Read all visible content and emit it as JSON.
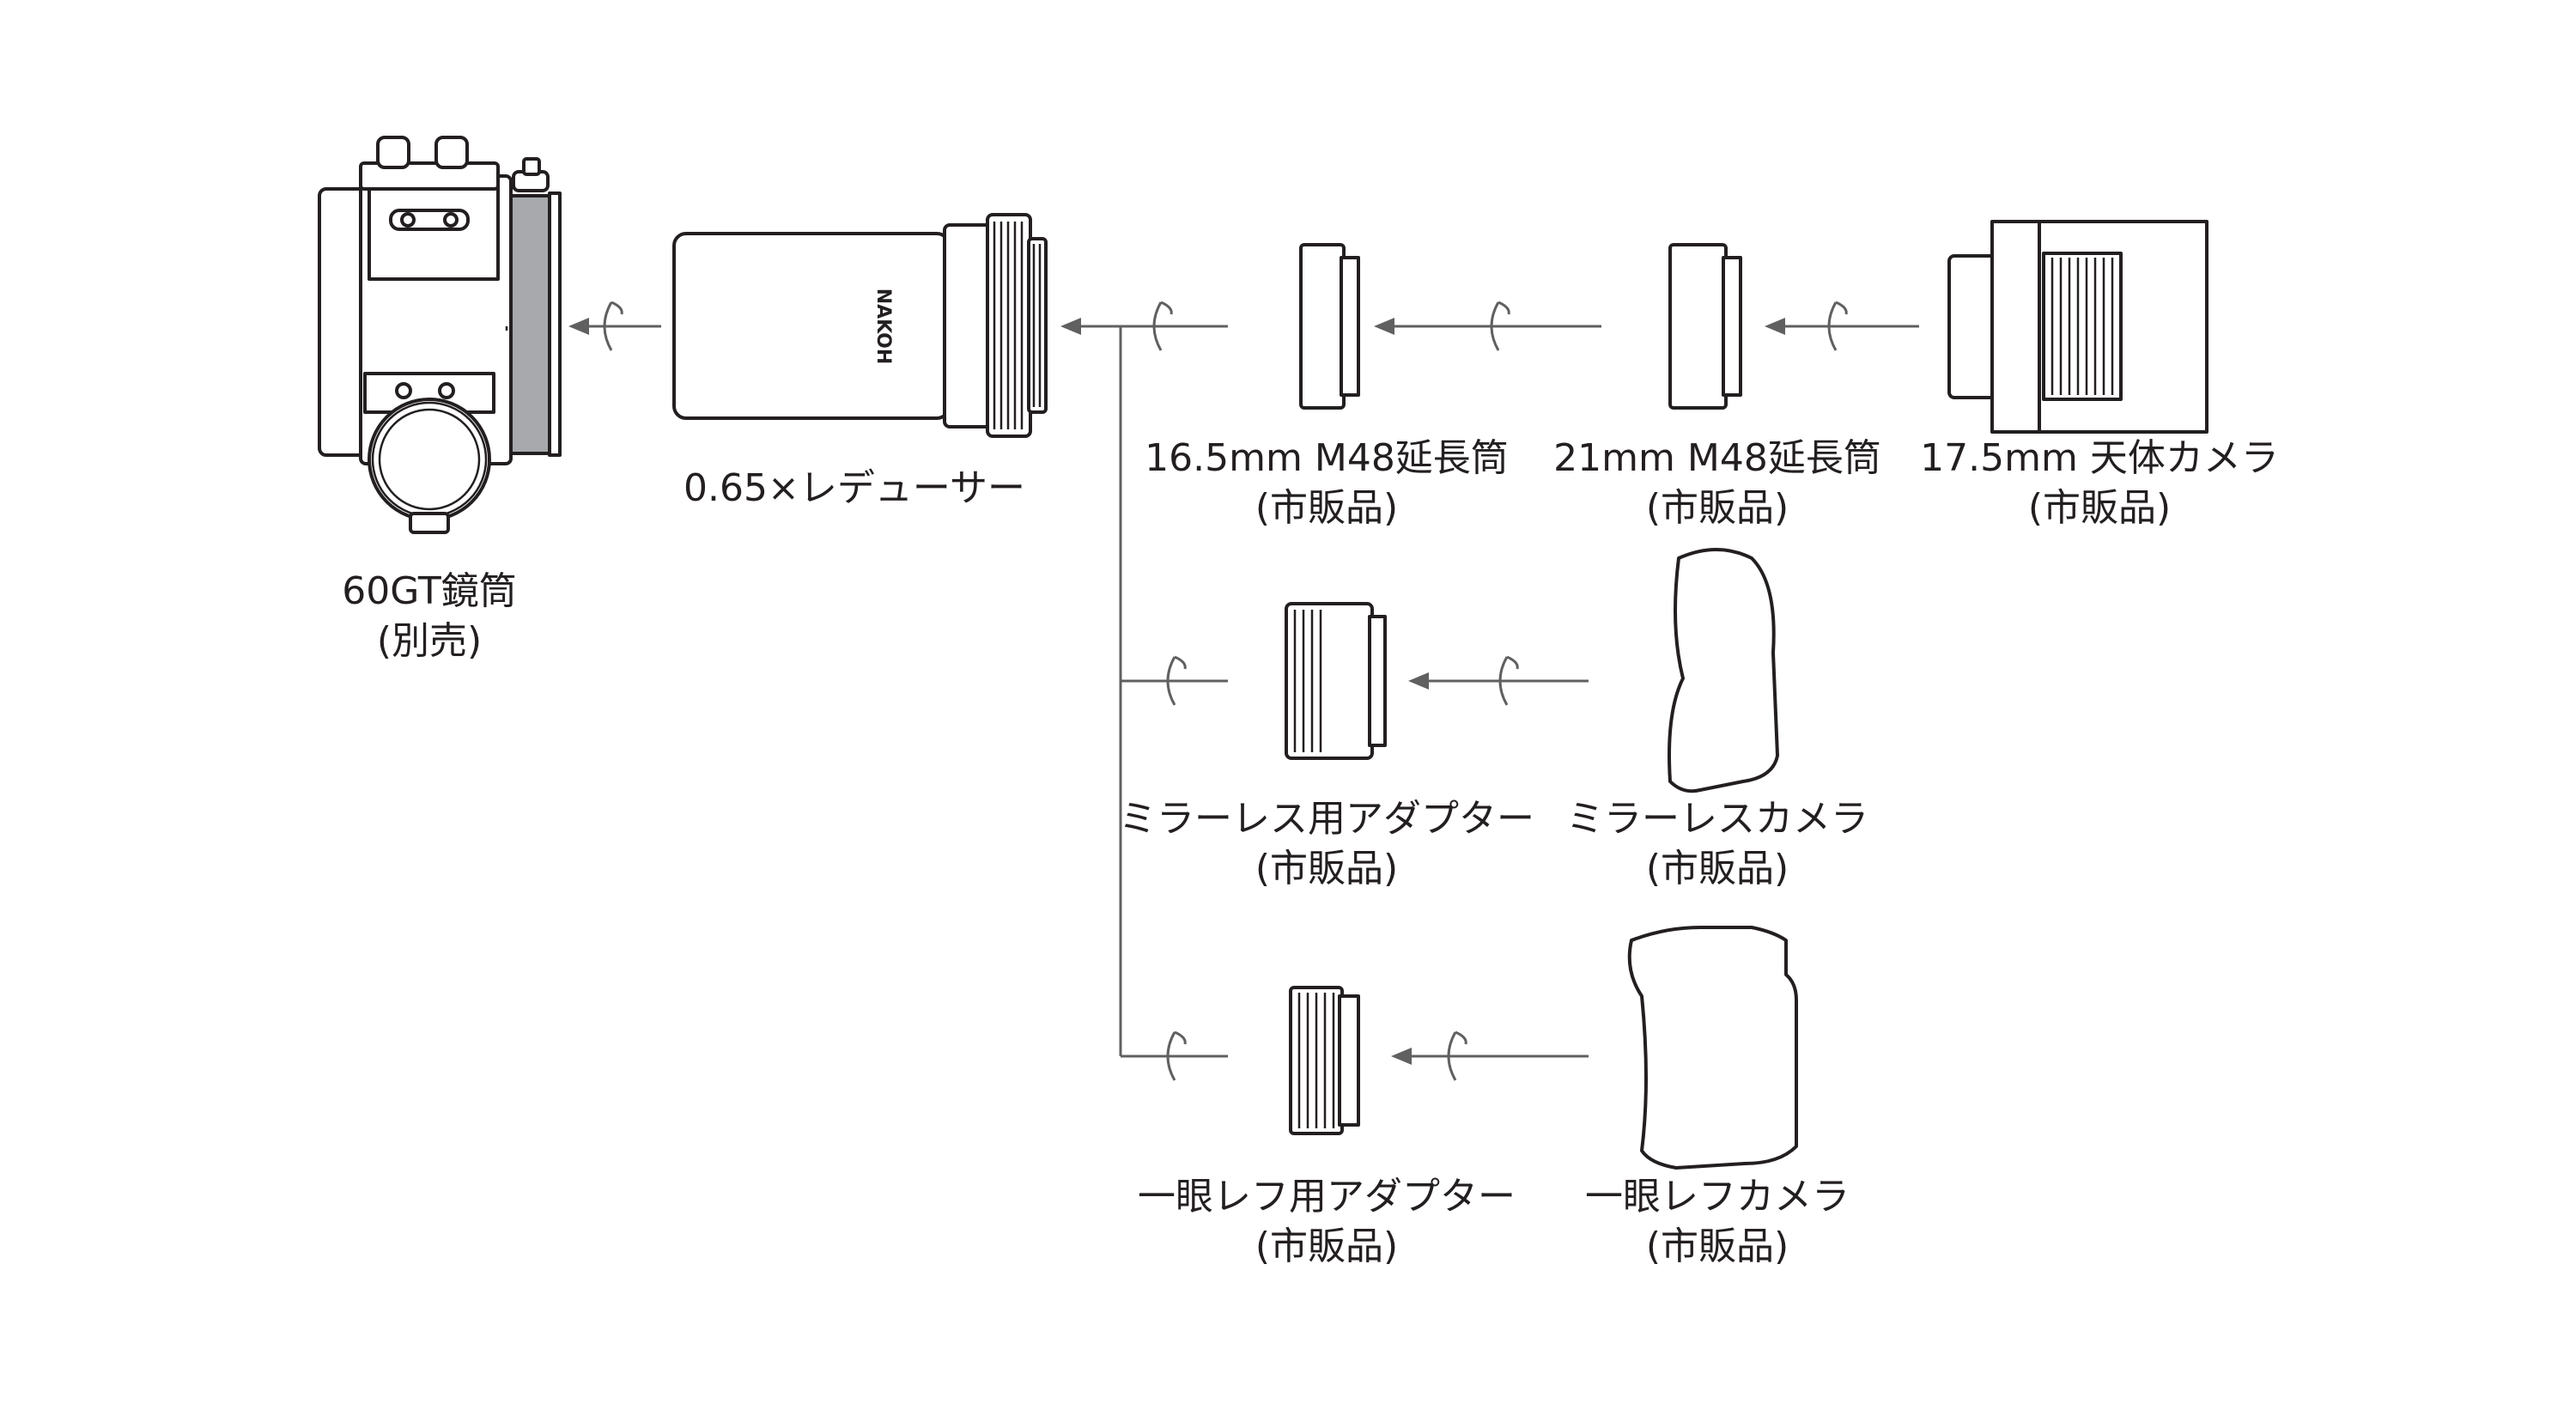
{
  "brand_text": "NAKOH",
  "colors": {
    "line": "#231f20",
    "arrow": "#606060",
    "accent_gray": "#a7a9ac"
  },
  "components": {
    "scope": {
      "name": "60GT鏡筒",
      "note": "(別売)"
    },
    "reducer": {
      "name": "0.65×レデューサー"
    },
    "ext_16_5": {
      "name": "16.5mm M48延長筒",
      "note": "(市販品)"
    },
    "ext_21": {
      "name": "21mm M48延長筒",
      "note": "(市販品)"
    },
    "astro_camera": {
      "name": "17.5mm 天体カメラ",
      "note": "(市販品)"
    },
    "mirrorless_adapter": {
      "name": "ミラーレス用アダプター",
      "note": "(市販品)"
    },
    "mirrorless_camera": {
      "name": "ミラーレスカメラ",
      "note": "(市販品)"
    },
    "slr_adapter": {
      "name": "一眼レフ用アダプター",
      "note": "(市販品)"
    },
    "slr_camera": {
      "name": "一眼レフカメラ",
      "note": "(市販品)"
    }
  }
}
